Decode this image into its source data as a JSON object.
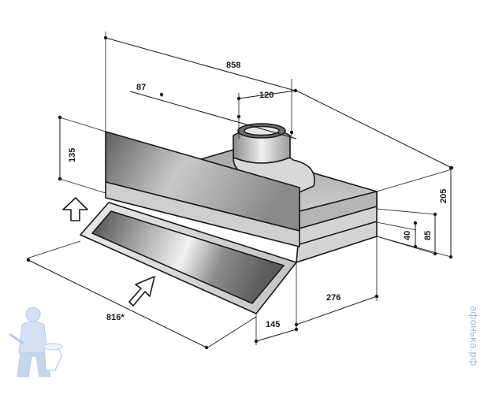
{
  "dimensions": {
    "total_width": "858",
    "duct_offset": "87",
    "duct_diameter": "120",
    "front_height": "135",
    "overall_height": "205",
    "lower_height": "40",
    "lower_total": "85",
    "depth": "276",
    "tray_depth": "145",
    "tray_width": "816*"
  },
  "watermark": {
    "text": "афонька.рф"
  },
  "colors": {
    "line": "#1a1a1a",
    "watermark": "#9fbbe0"
  }
}
